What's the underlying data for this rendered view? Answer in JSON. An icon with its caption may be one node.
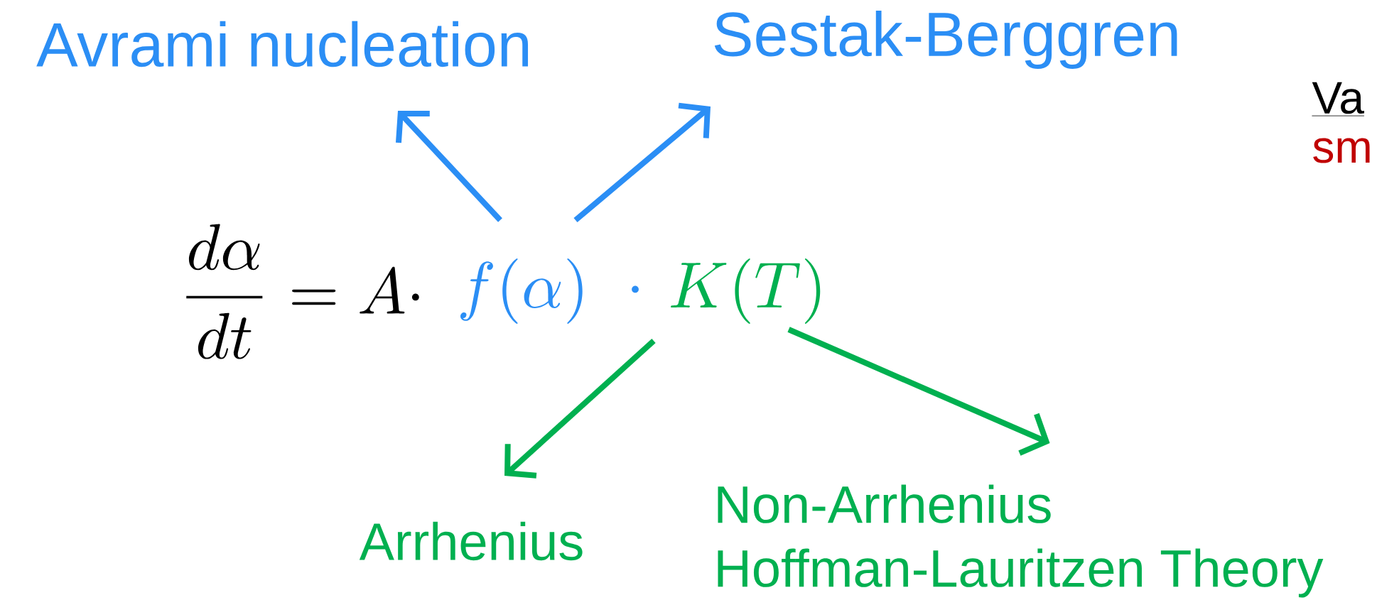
{
  "diagram": {
    "nodes": [
      {
        "text": [
          "Avrami nucleation"
        ]
      },
      {
        "text": [
          "Sestak-Berggren"
        ]
      },
      {
        "text": [
          "f(\\alpha)"
        ]
      },
      {
        "text": [
          "K(T)"
        ]
      },
      {
        "text": [
          "Arrhenius"
        ]
      },
      {
        "text": [
          "Non-Arrhenius",
          "Hoffman-Lauritzen Theory"
        ]
      }
    ],
    "edges": [
      {
        "from": 2,
        "to": 0,
        "arrow": "to",
        "color": "#2b8ef5"
      },
      {
        "from": 2,
        "to": 1,
        "arrow": "to",
        "color": "#2b8ef5"
      },
      {
        "from": 3,
        "to": 4,
        "arrow": "to",
        "color": "#00b050"
      },
      {
        "from": 3,
        "to": 5,
        "arrow": "to",
        "color": "#00b050"
      }
    ],
    "labels": [
      "\\frac{d\\alpha}{dt}=A\\cdot",
      "\\cdot",
      "Va",
      "sm"
    ]
  }
}
